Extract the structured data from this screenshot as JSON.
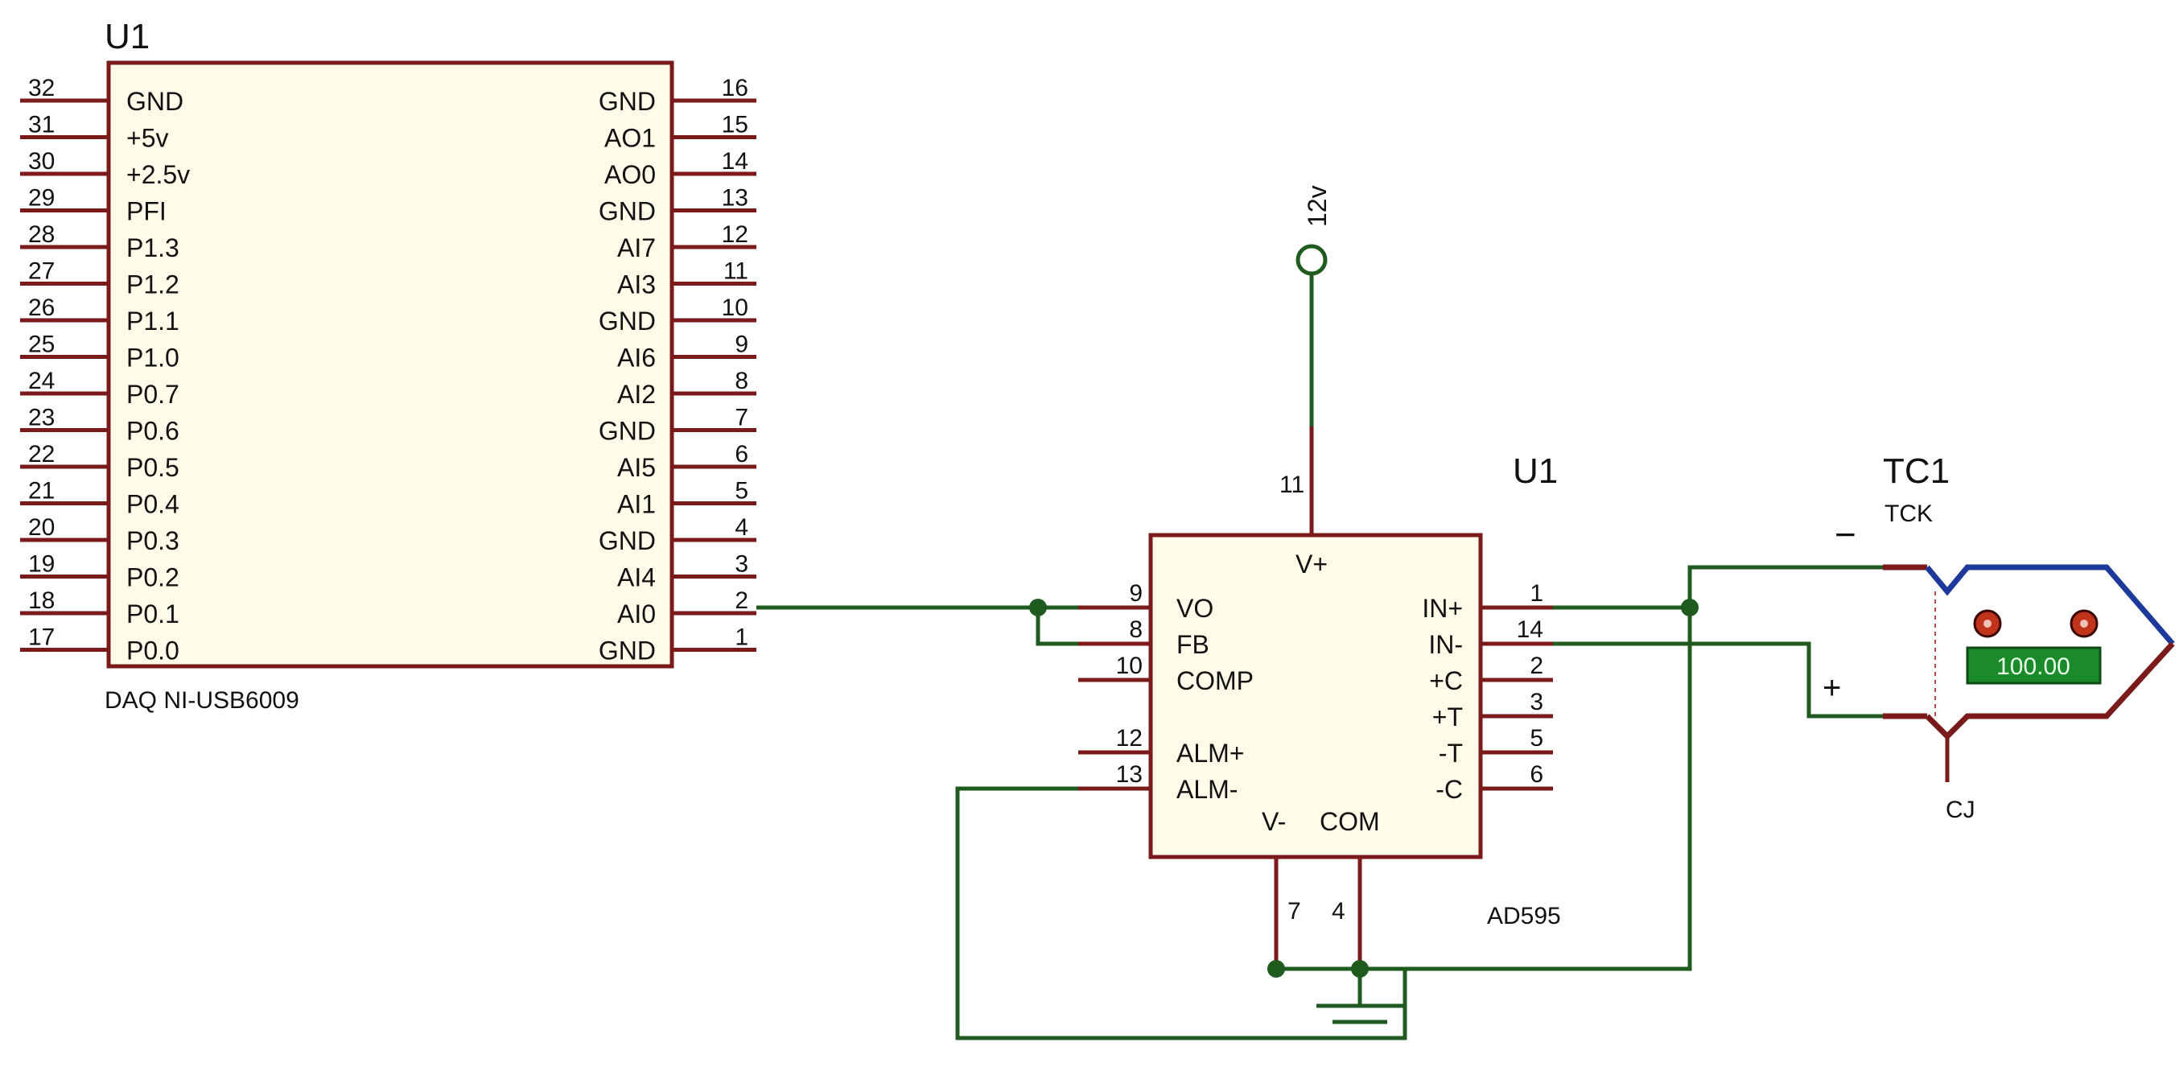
{
  "daq": {
    "ref": "U1",
    "name": "DAQ NI-USB6009",
    "left_pins": [
      {
        "num": "32",
        "name": "GND"
      },
      {
        "num": "31",
        "name": "+5v"
      },
      {
        "num": "30",
        "name": "+2.5v"
      },
      {
        "num": "29",
        "name": "PFI"
      },
      {
        "num": "28",
        "name": "P1.3"
      },
      {
        "num": "27",
        "name": "P1.2"
      },
      {
        "num": "26",
        "name": "P1.1"
      },
      {
        "num": "25",
        "name": "P1.0"
      },
      {
        "num": "24",
        "name": "P0.7"
      },
      {
        "num": "23",
        "name": "P0.6"
      },
      {
        "num": "22",
        "name": "P0.5"
      },
      {
        "num": "21",
        "name": "P0.4"
      },
      {
        "num": "20",
        "name": "P0.3"
      },
      {
        "num": "19",
        "name": "P0.2"
      },
      {
        "num": "18",
        "name": "P0.1"
      },
      {
        "num": "17",
        "name": "P0.0"
      }
    ],
    "right_pins": [
      {
        "num": "16",
        "name": "GND"
      },
      {
        "num": "15",
        "name": "AO1"
      },
      {
        "num": "14",
        "name": "AO0"
      },
      {
        "num": "13",
        "name": "GND"
      },
      {
        "num": "12",
        "name": "AI7"
      },
      {
        "num": "11",
        "name": "AI3"
      },
      {
        "num": "10",
        "name": "GND"
      },
      {
        "num": "9",
        "name": "AI6"
      },
      {
        "num": "8",
        "name": "AI2"
      },
      {
        "num": "7",
        "name": "GND"
      },
      {
        "num": "6",
        "name": "AI5"
      },
      {
        "num": "5",
        "name": "AI1"
      },
      {
        "num": "4",
        "name": "GND"
      },
      {
        "num": "3",
        "name": "AI4"
      },
      {
        "num": "2",
        "name": "AI0"
      },
      {
        "num": "1",
        "name": "GND"
      }
    ]
  },
  "ad595": {
    "ref": "U1",
    "name": "AD595",
    "left_pins": [
      {
        "num": "9",
        "name": "VO"
      },
      {
        "num": "8",
        "name": "FB"
      },
      {
        "num": "10",
        "name": "COMP"
      },
      {
        "num": "12",
        "name": "ALM+"
      },
      {
        "num": "13",
        "name": "ALM-"
      }
    ],
    "right_pins": [
      {
        "num": "1",
        "name": "IN+"
      },
      {
        "num": "14",
        "name": "IN-"
      },
      {
        "num": "2",
        "name": "+C"
      },
      {
        "num": "3",
        "name": "+T"
      },
      {
        "num": "5",
        "name": "-T"
      },
      {
        "num": "6",
        "name": "-C"
      }
    ],
    "top_pin": {
      "num": "11",
      "name": "V+"
    },
    "bottom_pins": [
      {
        "num": "7",
        "name": "V-"
      },
      {
        "num": "4",
        "name": "COM"
      }
    ]
  },
  "supply": {
    "label": "12v"
  },
  "thermocouple": {
    "ref": "TC1",
    "type": "TCK",
    "minus": "−",
    "plus": "+",
    "cj": "CJ",
    "display": "100.00"
  },
  "colors": {
    "wire": "#1f5a1f",
    "pin": "#7a1a1a",
    "body_fill": "#fffde9",
    "thermocouple_wire": "#1d3a9a",
    "display_bg": "#1a8a2a",
    "display_text": "#e8ffe8",
    "indicator": "#c0341c"
  }
}
